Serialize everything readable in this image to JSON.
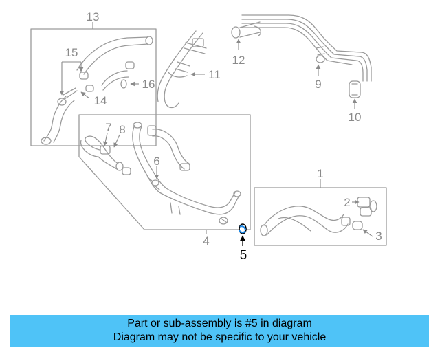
{
  "callouts": {
    "c1": "1",
    "c2": "2",
    "c3": "3",
    "c4": "4",
    "c5": "5",
    "c6": "6",
    "c7": "7",
    "c8": "8",
    "c9": "9",
    "c10": "10",
    "c11": "11",
    "c12": "12",
    "c13": "13",
    "c14": "14",
    "c15": "15",
    "c16": "16"
  },
  "highlight_part": "5",
  "banner": {
    "line1": "Part or sub-assembly is #5 in diagram",
    "line2": "Diagram may not be specific to your vehicle"
  },
  "colors": {
    "banner_bg": "#4fc3f7",
    "line_art": "#9a9a9a",
    "highlight_part": "#1e88e5",
    "highlight_text": "#000000"
  }
}
